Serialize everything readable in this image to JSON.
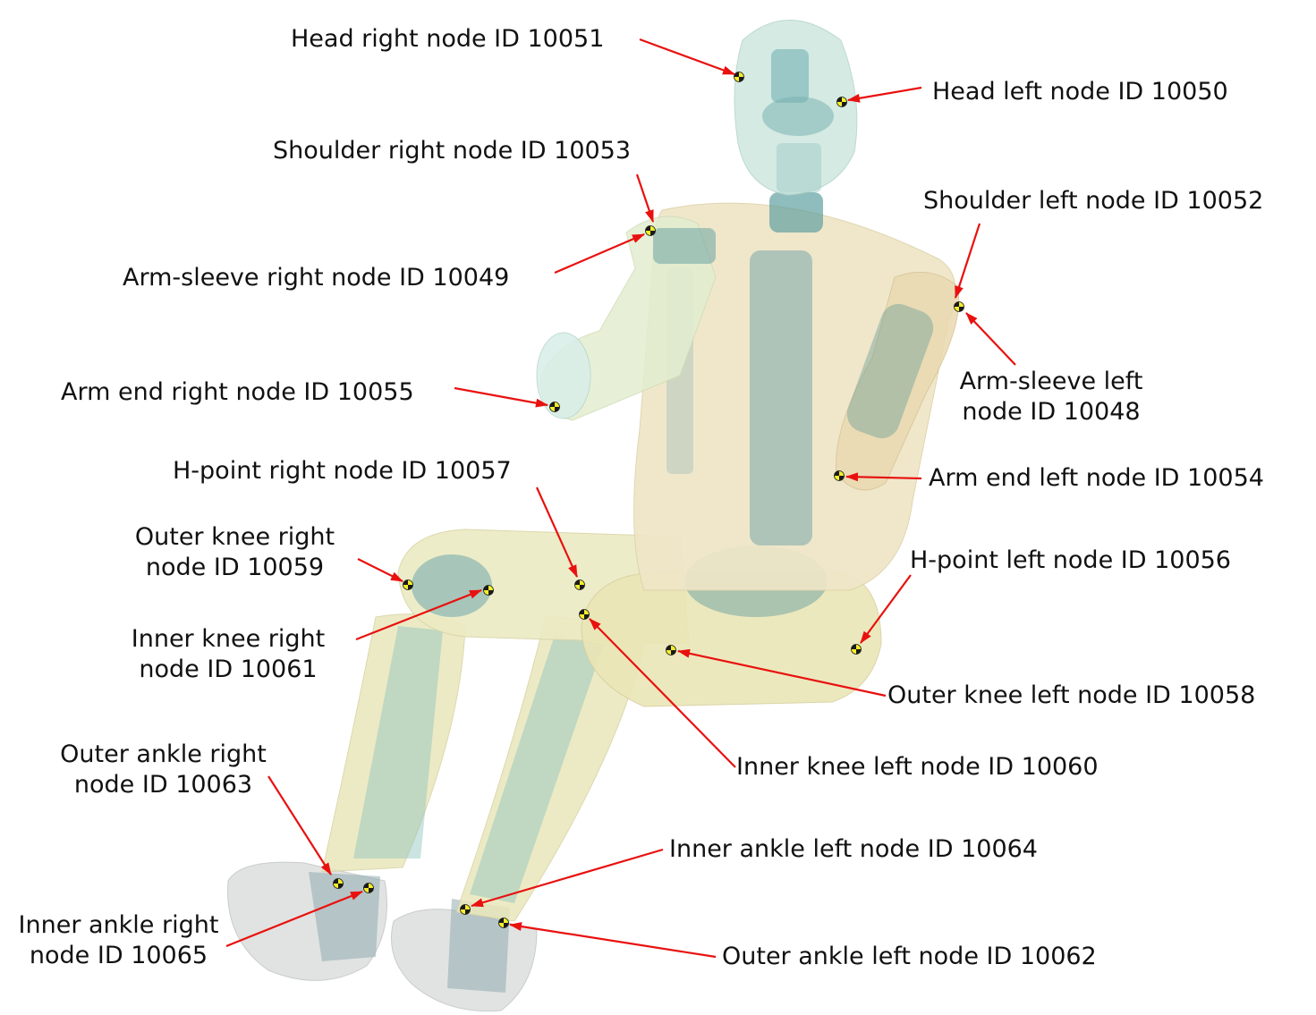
{
  "colors": {
    "arrow": "#e8110f",
    "skin_fill": "#efe9bf",
    "skin_stroke": "#d9d2a0",
    "inner_part": "#7fb9b9",
    "inner_part_dark": "#5d9a9e",
    "head_fill": "#cde7df",
    "shoe_fill": "#d7dad9",
    "marker_yellow": "#f4ee2a",
    "marker_black": "#1a1a1a",
    "text": "#111111"
  },
  "labels": {
    "head_right": "Head right node ID 10051",
    "head_left": "Head left node ID 10050",
    "shoulder_right": "Shoulder right node ID 10053",
    "shoulder_left": "Shoulder left node ID 10052",
    "armsleeve_right": "Arm-sleeve right node ID 10049",
    "armsleeve_left_l1": "Arm-sleeve left",
    "armsleeve_left_l2": "node ID 10048",
    "armend_right": "Arm end right node ID 10055",
    "armend_left": "Arm end left node ID 10054",
    "hpoint_right": "H-point right node ID 10057",
    "hpoint_left": "H-point left node ID 10056",
    "outerknee_right_l1": "Outer knee right",
    "outerknee_right_l2": "node ID 10059",
    "outerknee_left": "Outer knee left node ID 10058",
    "innerknee_right_l1": "Inner knee right",
    "innerknee_right_l2": "node ID 10061",
    "innerknee_left": "Inner knee left node ID 10060",
    "outerankle_right_l1": "Outer ankle right",
    "outerankle_right_l2": "node ID 10063",
    "outerankle_left": "Outer ankle left node ID 10062",
    "innerankle_right_l1": "Inner ankle right",
    "innerankle_right_l2": "node ID 10065",
    "innerankle_left": "Inner ankle left node ID 10064"
  }
}
